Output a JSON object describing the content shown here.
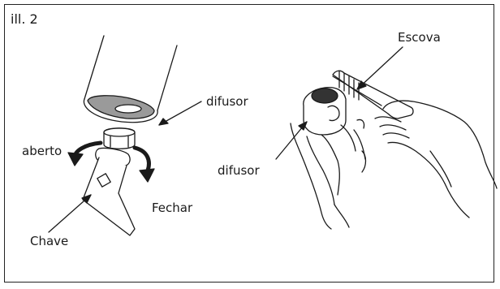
{
  "figure": {
    "caption": "ill. 2"
  },
  "labels": {
    "difusor_top": "difusor",
    "aberto": "aberto",
    "fechar": "Fechar",
    "chave": "Chave",
    "escova": "Escova",
    "difusor_right": "difusor"
  },
  "icons": {
    "faucet": "faucet-spout-icon",
    "aerator": "aerator-diffuser-icon",
    "key": "key-tool-icon",
    "brush": "toothbrush-icon",
    "hands": "hands-icon",
    "rotate_left": "rotate-open-arrow-icon",
    "rotate_right": "rotate-close-arrow-icon"
  }
}
